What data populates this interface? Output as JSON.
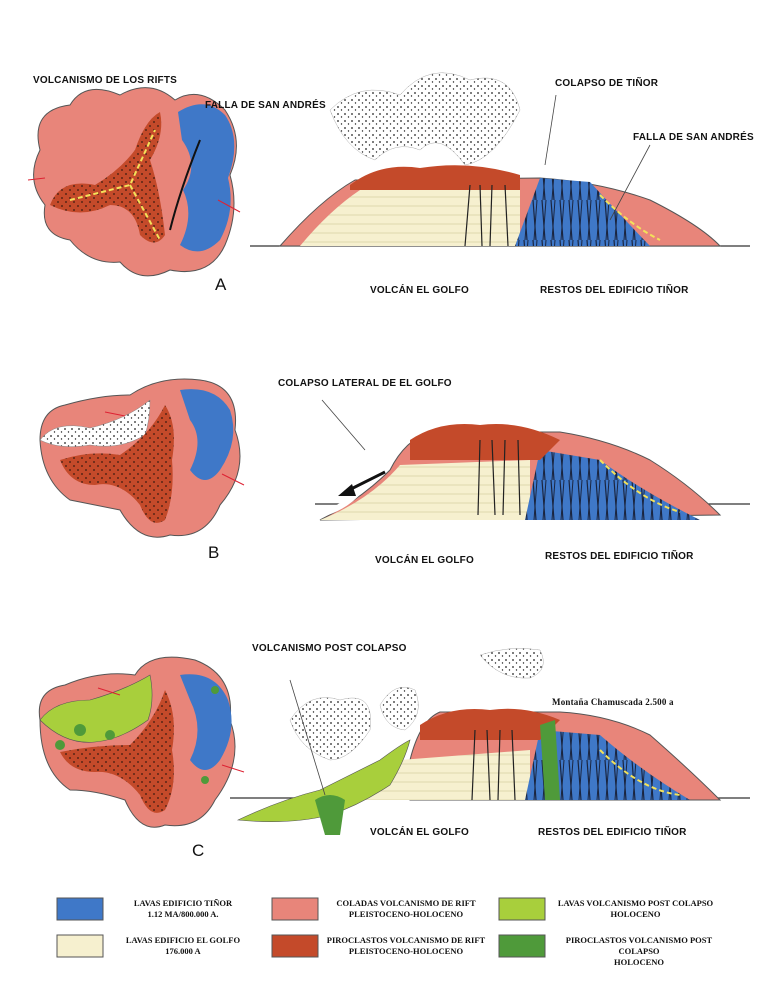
{
  "colors": {
    "tinor_blue": "#3f78c8",
    "golfo_cream": "#f6f0cf",
    "rift_pink": "#e8857a",
    "rift_pyro": "#c44a2a",
    "post_light_green": "#a8cf3c",
    "post_dark_green": "#4f9a3a",
    "yellow_fault": "#f3e25a"
  },
  "panels": {
    "a": {
      "letter": "A",
      "label_rifts": "VOLCANISMO DE LOS RIFTS",
      "label_falla_map": "FALLA DE SAN ANDRÉS",
      "label_colapso_tinor": "COLAPSO DE TIÑOR",
      "label_falla_section": "FALLA DE SAN ANDRÉS",
      "label_volcan": "VOLCÁN EL GOLFO",
      "label_restos": "RESTOS DEL EDIFICIO TIÑOR"
    },
    "b": {
      "letter": "B",
      "label_colapso_lateral": "COLAPSO LATERAL DE EL GOLFO",
      "label_volcan": "VOLCÁN EL GOLFO",
      "label_restos": "RESTOS DEL EDIFICIO TIÑOR"
    },
    "c": {
      "letter": "C",
      "label_post": "VOLCANISMO POST COLAPSO",
      "label_montana": "Montaña Chamuscada 2.500 a",
      "label_volcan": "VOLCÁN EL GOLFO",
      "label_restos": "RESTOS DEL EDIFICIO TIÑOR"
    }
  },
  "legend": [
    {
      "key": "tinor",
      "line1": "LAVAS EDIFICIO TIÑOR",
      "line2": "1.12 MA/800.000 A."
    },
    {
      "key": "rift_coladas",
      "line1": "COLADAS VOLCANISMO DE RIFT",
      "line2": "PLEISTOCENO-HOLOCENO"
    },
    {
      "key": "post_lavas",
      "line1": "LAVAS VOLCANISMO POST COLAPSO",
      "line2": "HOLOCENO"
    },
    {
      "key": "golfo",
      "line1": "LAVAS EDIFICIO EL GOLFO",
      "line2": "176.000 A"
    },
    {
      "key": "rift_piro",
      "line1": "PIROCLASTOS VOLCANISMO DE RIFT",
      "line2": "PLEISTOCENO-HOLOCENO"
    },
    {
      "key": "post_piro",
      "line1": "PIROCLASTOS VOLCANISMO POST COLAPSO",
      "line2": "HOLOCENO"
    }
  ]
}
